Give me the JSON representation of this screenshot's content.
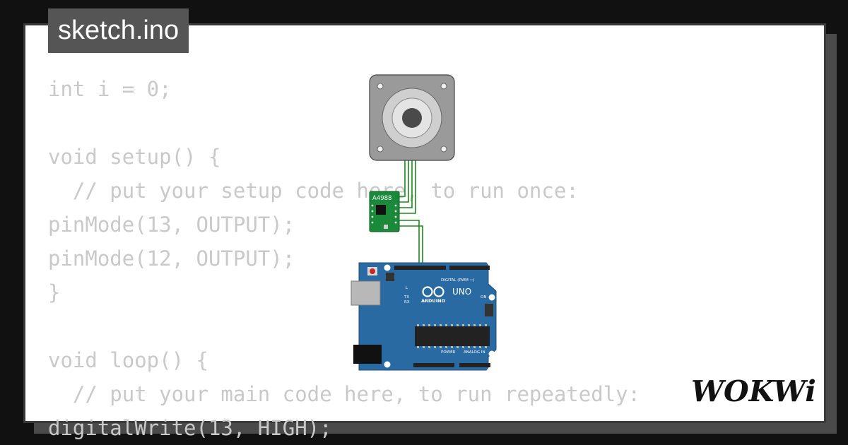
{
  "title": "sketch.ino",
  "code_lines": [
    "int i = 0;",
    "",
    "void setup() {",
    "  // put your setup code here, to run once:",
    "pinMode(13, OUTPUT);",
    "pinMode(12, OUTPUT);",
    "}",
    "",
    "void loop() {",
    "  // put your main code here, to run repeatedly:",
    "digitalWrite(13, HIGH);"
  ],
  "driver_label": "A4988",
  "board": {
    "brand": "ARDUINO",
    "model": "UNO",
    "digital_label": "DIGITAL (PWM ~)",
    "analog_label": "ANALOG IN",
    "power_label": "POWER",
    "tx_label": "TX",
    "rx_label": "RX",
    "l_label": "L",
    "on_label": "ON"
  },
  "logo_text": "WOKWi",
  "colors": {
    "background": "#111111",
    "card": "#ffffff",
    "code_text": "#c9c9c9",
    "title_bg": "#555555",
    "board": "#2a6aa3",
    "driver": "#1a8a3a",
    "wire": "#1a8a1a"
  }
}
